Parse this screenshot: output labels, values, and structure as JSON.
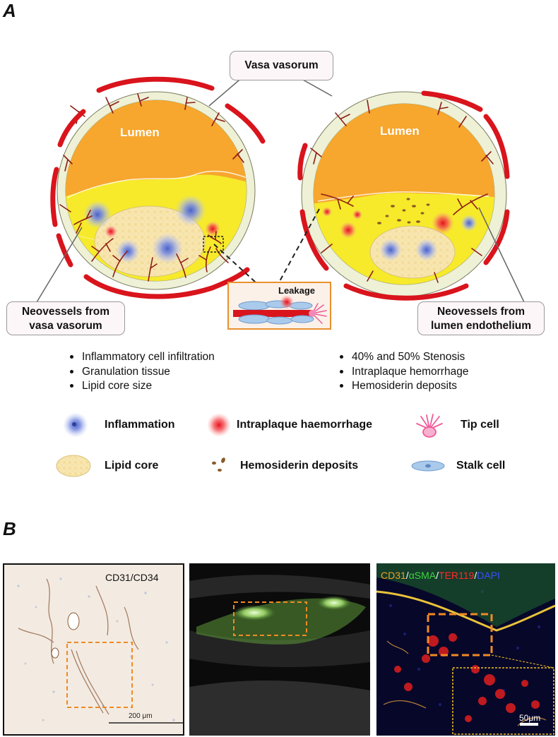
{
  "panels": {
    "a": "A",
    "b": "B"
  },
  "diagram": {
    "lumen_label": "Lumen",
    "vasa_vasorum_label": "Vasa vasorum",
    "leakage_label": "Leakage",
    "neovessels_vasa": {
      "line1": "Neovessels from",
      "line2": "vasa vasorum"
    },
    "neovessels_lumen": {
      "line1": "Neovessels from",
      "line2": "lumen endothelium"
    }
  },
  "left_features": [
    "Inflammatory cell infiltration",
    "Granulation tissue",
    "Lipid core size"
  ],
  "right_features": [
    "40% and 50% Stenosis",
    "Intraplaque hemorrhage",
    "Hemosiderin deposits"
  ],
  "legend": {
    "inflammation": "Inflammation",
    "hemorrhage": "Intraplaque haemorrhage",
    "tip_cell": "Tip cell",
    "lipid_core": "Lipid core",
    "hemosiderin": "Hemosiderin deposits",
    "stalk_cell": "Stalk cell"
  },
  "images": {
    "ihc_stain": "CD31/CD34",
    "ihc_scale": "200 μm",
    "if_cd31": "CD31",
    "if_sep1": "/",
    "if_asma": "αSMA",
    "if_sep2": "/",
    "if_ter119": "TER119",
    "if_sep3": "/",
    "if_dapi": "DAPI",
    "if_scale": "50μm"
  },
  "colors": {
    "vessel_red": "#d9141c",
    "lumen_orange": "#f7a62e",
    "plaque_yellow": "#f9e62a",
    "wall_cream": "#eef1d6",
    "callout_border": "#e8902e",
    "roi_orange": "#f08a24"
  }
}
